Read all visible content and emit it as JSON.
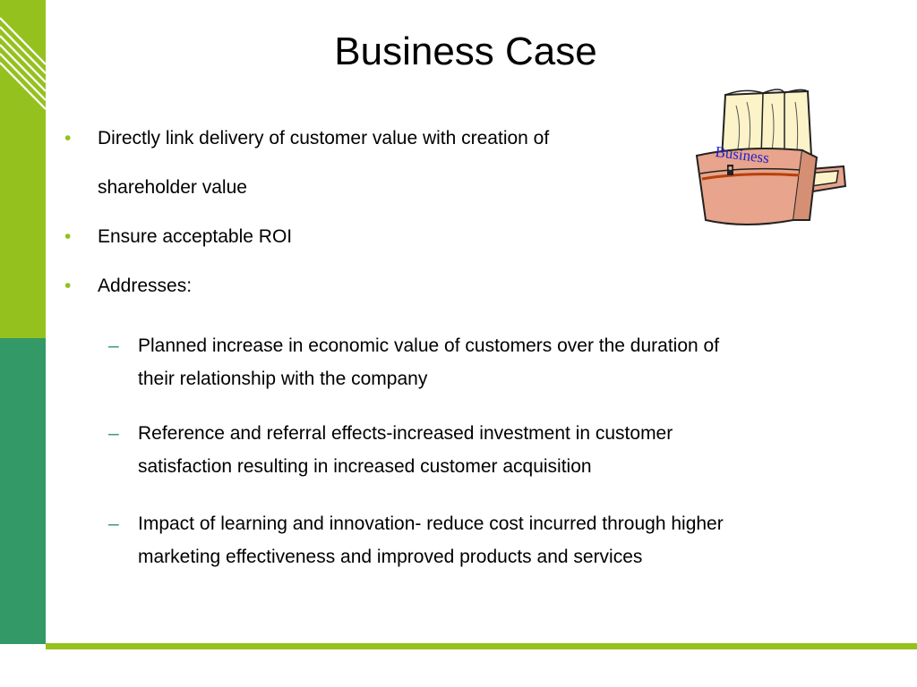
{
  "slide": {
    "title": "Business Case",
    "bullets": [
      {
        "line1": "Directly link delivery of customer value with creation of",
        "line2": "shareholder value"
      },
      {
        "line1": "Ensure acceptable ROI"
      },
      {
        "line1": "Addresses:"
      }
    ],
    "sub_bullets": [
      {
        "line1": "Planned increase in economic value of customers over the duration of",
        "line2": "their relationship with the company"
      },
      {
        "line1": "Reference and referral effects-increased investment in customer",
        "line2": "satisfaction resulting in increased customer acquisition"
      },
      {
        "line1": "Impact of learning and innovation- reduce cost incurred through higher",
        "line2": "marketing effectiveness and improved products and services"
      }
    ],
    "bullet_marker": "•",
    "dash_marker": "–",
    "clipart_label": "Business",
    "colors": {
      "lime": "#95c11f",
      "green": "#339966",
      "chest": "#e8a48c",
      "lid": "#fdf3c8",
      "label": "#2222cc"
    },
    "icons": {
      "clipart": "business-chest-icon"
    }
  }
}
